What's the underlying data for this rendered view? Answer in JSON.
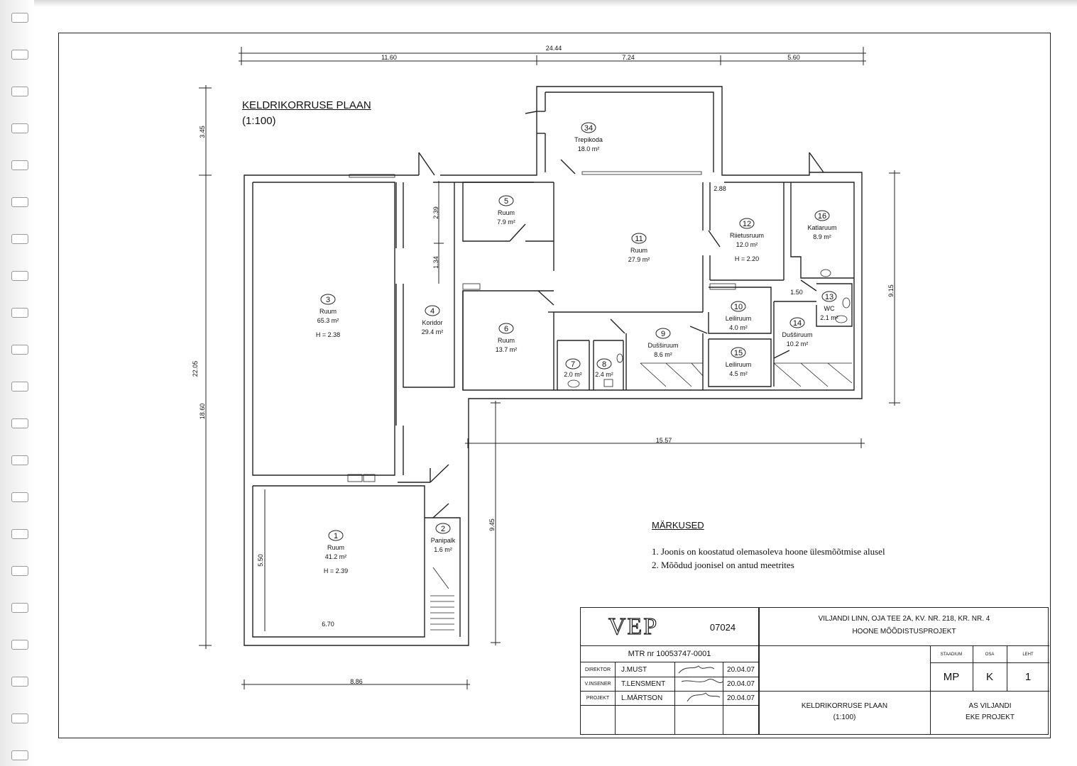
{
  "drawing": {
    "title": "KELDRIKORRUSE PLAAN",
    "scale": "(1:100)"
  },
  "dimensions": {
    "top_total": "24.44",
    "top_a": "11.60",
    "top_b": "7.24",
    "top_c": "5.60",
    "left_total": "22.05",
    "left_a": "3.45",
    "left_b": "18.60",
    "right_total": "9.15",
    "bottom_width": "8.86",
    "mid_width": "15.57",
    "wing_height": "9.45",
    "room1_height": "5.50",
    "room1_width": "6.70",
    "corridor_a": "2.39",
    "corridor_b": "1.34",
    "corner": "2.88",
    "wc_width": "1.50"
  },
  "rooms": [
    {
      "no": "1",
      "name": "Ruum",
      "area": "41.2 m²",
      "height": "H = 2.39"
    },
    {
      "no": "2",
      "name": "Panipalk",
      "area": "1.6 m²"
    },
    {
      "no": "3",
      "name": "Ruum",
      "area": "65.3  m²",
      "height": "H = 2.38"
    },
    {
      "no": "4",
      "name": "Koridor",
      "area": "29.4 m²"
    },
    {
      "no": "5",
      "name": "Ruum",
      "area": "7.9 m²"
    },
    {
      "no": "6",
      "name": "Ruum",
      "area": "13.7 m²"
    },
    {
      "no": "7",
      "area": "2.0 m²"
    },
    {
      "no": "8",
      "area": "2.4 m²"
    },
    {
      "no": "9",
      "name": "Dušširuum",
      "area": "8.6 m²"
    },
    {
      "no": "10",
      "name": "Leiliruum",
      "area": "4.0 m²"
    },
    {
      "no": "11",
      "name": "Ruum",
      "area": "27.9 m²"
    },
    {
      "no": "12",
      "name": "Riietusruum",
      "area": "12.0 m²",
      "height": "H = 2.20"
    },
    {
      "no": "13",
      "name": "WC",
      "area": "2.1 m²"
    },
    {
      "no": "14",
      "name": "Dušširuum",
      "area": "10.2 m²"
    },
    {
      "no": "15",
      "name": "Leiliruum",
      "area": "4.5 m²"
    },
    {
      "no": "16",
      "name": "Katlaruum",
      "area": "8.9 m²"
    },
    {
      "no": "34",
      "name": "Trepikoda",
      "area": "18.0 m²"
    }
  ],
  "notes": {
    "heading": "MÄRKUSED",
    "items": [
      "1.   Joonis on koostatud olemasoleva hoone ülesmõõtmise alusel",
      "2.   Mõõdud joonisel on antud meetrites"
    ]
  },
  "titleblock": {
    "logo": "VEP",
    "job_no": "07024",
    "mtr": "MTR nr 10053747-0001",
    "rows": [
      {
        "role": "DIREKTOR",
        "name": "J.MUST",
        "date": "20.04.07"
      },
      {
        "role": "V.INSENER",
        "name": "T.LENSMENT",
        "date": "20.04.07"
      },
      {
        "role": "PROJEKT",
        "name": "L.MÄRTSON",
        "date": "20.04.07"
      }
    ],
    "address": "VILJANDI LINN,  OJA TEE 2A,  KV. NR. 218,  KR. NR. 4",
    "project": "HOONE  MÕÕDISTUSPROJEKT",
    "stage_label": "STAADIUM",
    "part_label": "OSA",
    "sheet_label": "LEHT",
    "stage": "MP",
    "part": "K",
    "sheet": "1",
    "drawing_name": "KELDRIKORRUSE PLAAN",
    "drawing_scale": "(1:100)",
    "company_1": "AS VILJANDI",
    "company_2": "EKE PROJEKT"
  }
}
